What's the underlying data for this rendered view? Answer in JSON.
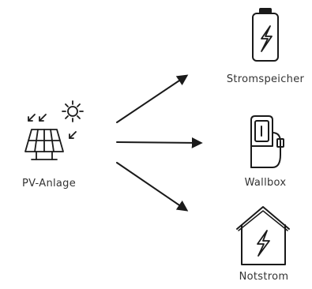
{
  "nodes": {
    "source": {
      "label": "PV-Anlage",
      "icon": "solar-panel-icon"
    },
    "targets": [
      {
        "label": "Stromspeicher",
        "icon": "battery-icon"
      },
      {
        "label": "Wallbox",
        "icon": "wallbox-charger-icon"
      },
      {
        "label": "Notstrom",
        "icon": "house-lightning-icon"
      }
    ]
  },
  "colors": {
    "stroke": "#1a1a1a",
    "text": "#333333",
    "background": "#ffffff"
  }
}
